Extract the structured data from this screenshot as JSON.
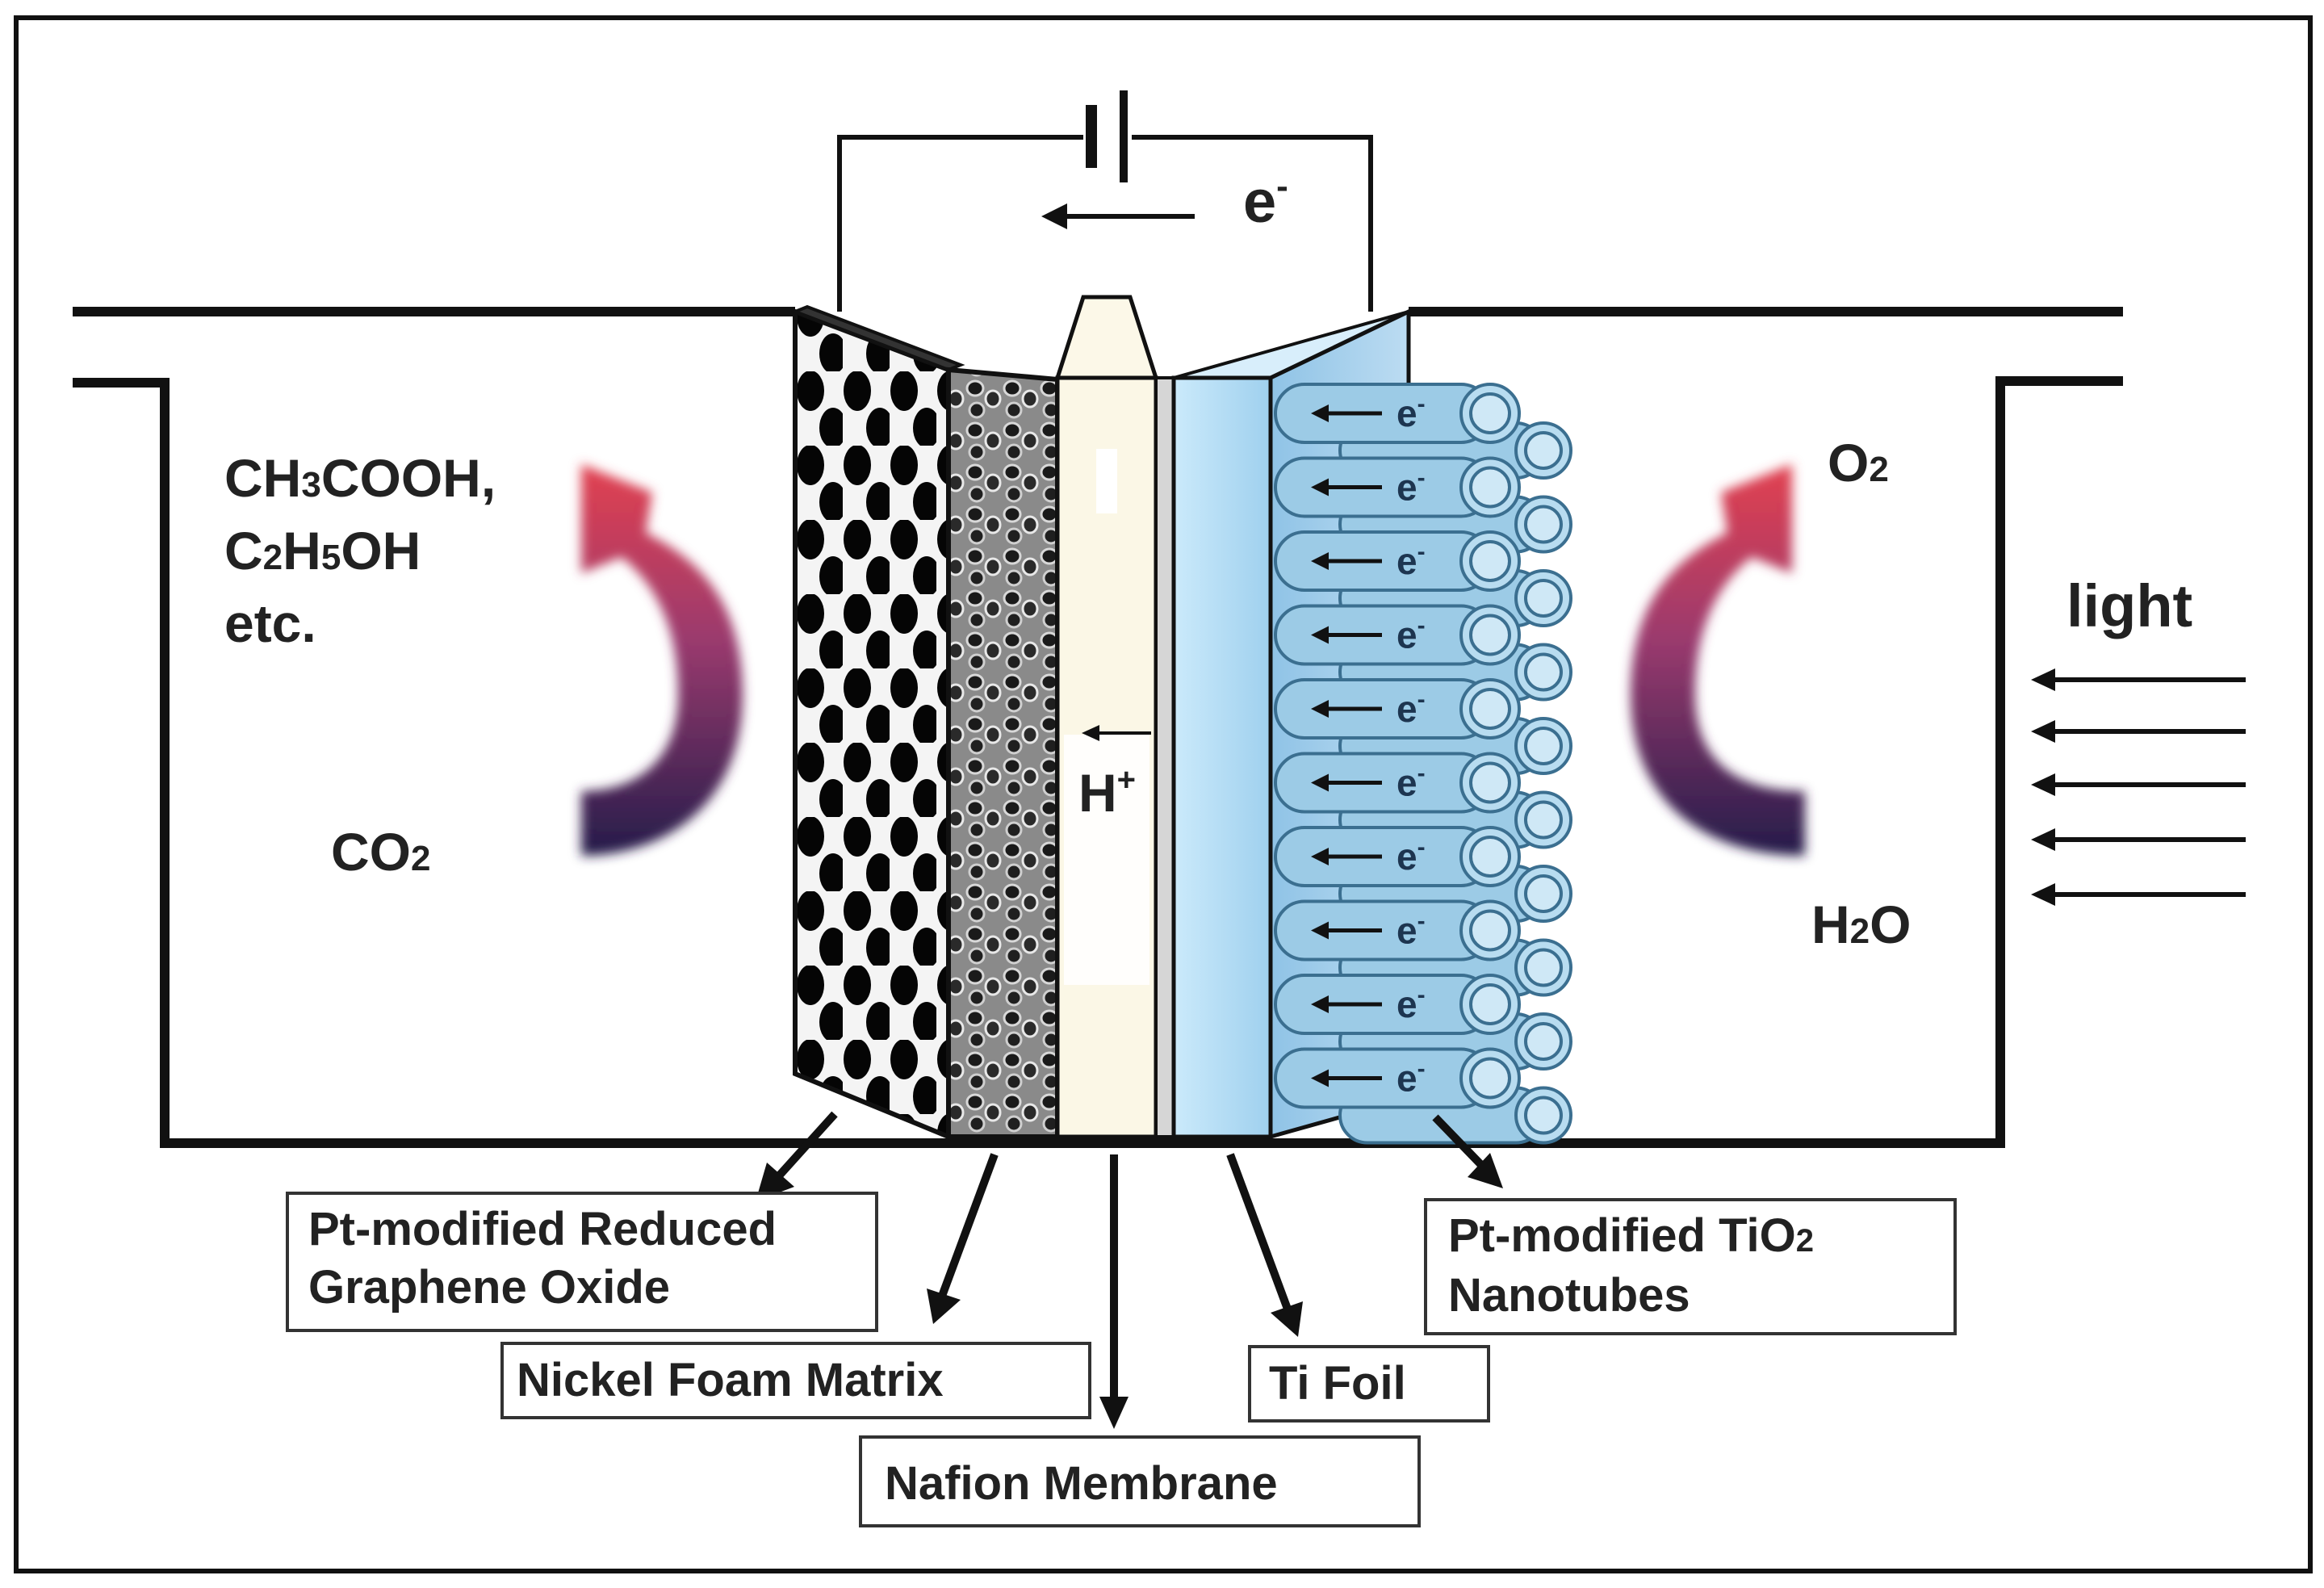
{
  "colors": {
    "line": "#111111",
    "foam_dark": "#0a0a0a",
    "membrane": "#fbf7e6",
    "ti_foil": "#bfe3f7",
    "nanotube_fill": "#9ccbe6",
    "nanotube_stroke": "#3b6f90",
    "arrow_top": "#d9414f",
    "arrow_bottom": "#2a2350"
  },
  "icons": {
    "battery": "battery-symbol-icon",
    "curved_arrow": "curved-arrow-icon",
    "straight_arrow": "arrow-left-icon"
  },
  "circuit": {
    "electron": "e",
    "electron_charge": "-"
  },
  "membrane": {
    "proton": "H",
    "proton_charge": "+"
  },
  "cathode": {
    "product_line1_a": "CH",
    "product_line1_sub1": "3",
    "product_line1_b": "COOH,",
    "product_line2_a": "C",
    "product_line2_sub1": "2",
    "product_line2_b": "H",
    "product_line2_sub2": "5",
    "product_line2_c": "OH",
    "product_line3": "etc.",
    "reactant_a": "CO",
    "reactant_sub": "2"
  },
  "anode": {
    "product_a": "O",
    "product_sub": "2",
    "reactant_a": "H",
    "reactant_sub": "2",
    "reactant_b": "O",
    "light": "light"
  },
  "nanotubes": {
    "count": 10,
    "electron": "e",
    "electron_charge": "-"
  },
  "labels": {
    "rgo_line1": "Pt-modified Reduced",
    "rgo_line2": "Graphene Oxide",
    "nickel_foam": "Nickel Foam Matrix",
    "nafion": "Nafion Membrane",
    "ti_foil": "Ti Foil",
    "tio2_line1_a": "Pt-modified TiO",
    "tio2_line1_sub": "2",
    "tio2_line2": "Nanotubes"
  }
}
